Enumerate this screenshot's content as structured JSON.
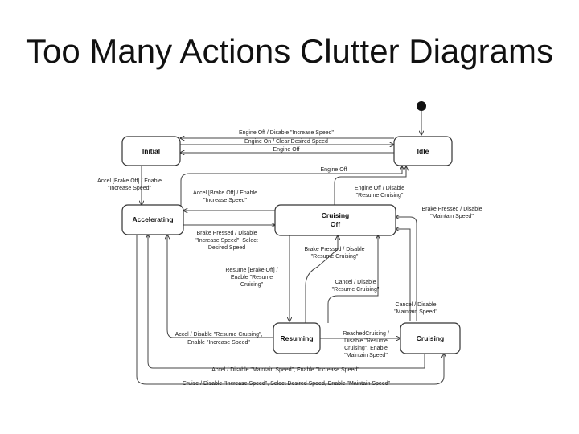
{
  "title": "Too Many Actions Clutter Diagrams",
  "states": {
    "initial": "Initial",
    "idle": "Idle",
    "accelerating": "Accelerating",
    "cruising_off_1": "Cruising",
    "cruising_off_2": "Off",
    "resuming": "Resuming",
    "cruising": "Cruising"
  },
  "labels": {
    "e1": "Engine Off / Disable \"Increase Speed\"",
    "e2": "Engine On / Clear Desired Speed",
    "e3": "Engine Off",
    "e4": "Engine Off",
    "e5a": "Accel [Brake Off] / Enable",
    "e5b": "\"Increase Speed\"",
    "e6a": "Accel [Brake Off] / Enable",
    "e6b": "\"Increase Speed\"",
    "e7a": "Engine Off / Disable",
    "e7b": "\"Resume Cruising\"",
    "e8a": "Brake Pressed / Disable",
    "e8b": "\"Maintain Speed\"",
    "e9a": "Brake Pressed / Disable",
    "e9b": "\"Increase Speed\", Select",
    "e9c": "Desired Speed",
    "e10a": "Brake Pressed / Disable",
    "e10b": "\"Resume Cruising\"",
    "e11a": "Resume [Brake Off] /",
    "e11b": "Enable \"Resume",
    "e11c": "Cruising\"",
    "e12a": "Cancel / Disable",
    "e12b": "\"Resume Cruising\"",
    "e13a": "Cancel / Disable",
    "e13b": "\"Maintain Speed\"",
    "e14a": "Accel / Disable \"Resume Cruising\",",
    "e14b": "Enable \"Increase Speed\"",
    "e15a": "ReachedCruising /",
    "e15b": "Disable \"Resume",
    "e15c": "Cruising\", Enable",
    "e15d": "\"Maintain Speed\"",
    "e16": "Accel / Disable \"Maintain Speed\", Enable \"Increase Speed\"",
    "e17": "Cruise / Disable \"Increase Speed\", Select Desired Speed, Enable \"Maintain Speed\""
  }
}
